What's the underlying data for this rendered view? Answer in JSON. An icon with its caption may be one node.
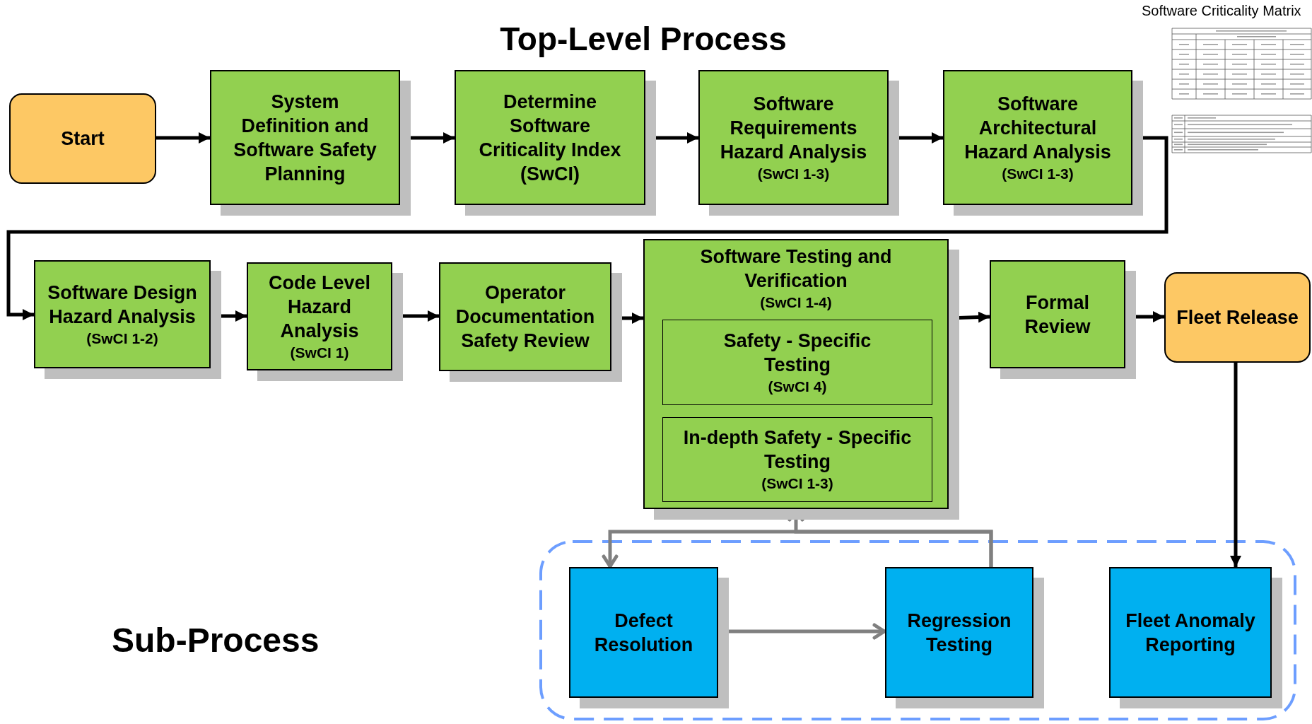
{
  "diagram": {
    "title": "Top-Level Process",
    "nodes": [
      {
        "text": [
          "Start"
        ]
      },
      {
        "text": [
          "System Definition and Software Safety Planning"
        ]
      },
      {
        "text": [
          "Determine Software Criticality Index (SwCI)"
        ]
      },
      {
        "text": [
          "Software Requirements Hazard Analysis",
          "(SwCI 1-3)"
        ]
      },
      {
        "text": [
          "Software Architectural Hazard Analysis",
          "(SwCI 1-3)"
        ]
      },
      {
        "text": [
          "Software Design Hazard Analysis",
          "(SwCI 1-2)"
        ]
      },
      {
        "text": [
          "Code Level Hazard Analysis",
          "(SwCI 1)"
        ]
      },
      {
        "text": [
          "Operator Documentation Safety Review"
        ]
      },
      {
        "text": [
          "Software Testing and Verification",
          "(SwCI 1-4)"
        ]
      },
      {
        "text": [
          "Safety - Specific Testing",
          "(SwCI 4)"
        ],
        "in": 8
      },
      {
        "text": [
          "In-depth Safety - Specific Testing",
          "(SwCI 1-3)"
        ],
        "in": 8
      },
      {
        "text": [
          "Formal Review"
        ]
      },
      {
        "text": [
          "Fleet Release"
        ]
      },
      {
        "text": [],
        "shape": "box"
      },
      {
        "text": [
          "Defect Resolution"
        ],
        "in": 13
      },
      {
        "text": [
          "Regression Testing"
        ],
        "in": 13
      },
      {
        "text": [
          "Fleet Anomaly Reporting"
        ],
        "in": 13
      }
    ],
    "edges": [
      {
        "from": 0,
        "to": 1,
        "arrow": "to"
      },
      {
        "from": 1,
        "to": 2,
        "arrow": "to"
      },
      {
        "from": 2,
        "to": 3,
        "arrow": "to"
      },
      {
        "from": 3,
        "to": 4,
        "arrow": "to"
      },
      {
        "from": 4,
        "to": 5,
        "arrow": "to"
      },
      {
        "from": 5,
        "to": 6,
        "arrow": "to"
      },
      {
        "from": 6,
        "to": 7,
        "arrow": "to"
      },
      {
        "from": 7,
        "to": 8,
        "arrow": "to"
      },
      {
        "from": 8,
        "to": 11,
        "arrow": "to"
      },
      {
        "from": 11,
        "to": 12,
        "arrow": "to"
      },
      {
        "from": 12,
        "to": 16,
        "arrow": "to"
      },
      {
        "from": 14,
        "to": 15,
        "arrow": "to",
        "color": "#808080"
      },
      {
        "from": 15,
        "to": 8,
        "arrow": "to",
        "color": "#808080"
      },
      {
        "from": 15,
        "to": 14,
        "arrow": "to",
        "color": "#808080"
      }
    ],
    "labels": [
      "Software Criticality Matrix",
      "Sub-Process"
    ]
  }
}
